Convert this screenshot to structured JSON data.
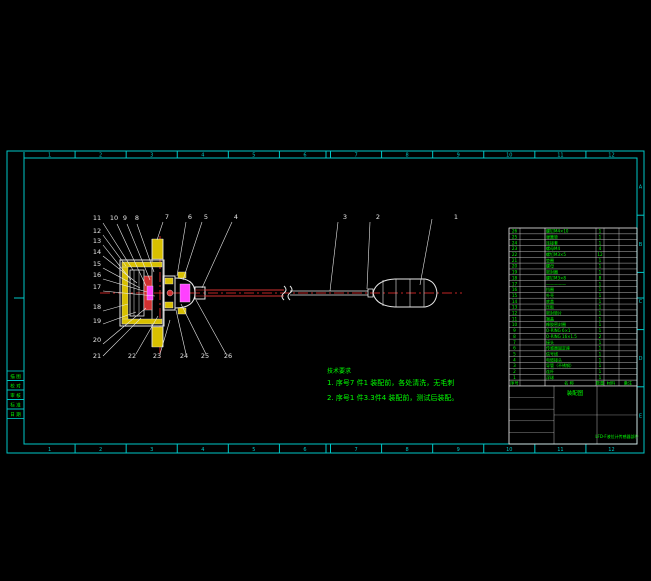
{
  "drawing": {
    "colors": {
      "background": "#000000",
      "frame": "#00c8c8",
      "outline": "#e8e8e8",
      "leader": "#e8e8e8",
      "centerline": "#ff3030",
      "part_red": "#d03030",
      "part_yellow": "#d8c000",
      "part_magenta": "#ff40ff",
      "note": "#00ff00",
      "table_text": "#00ff00",
      "table_lines": "#e8e8e8"
    },
    "zone_top": [
      "1",
      "2",
      "3",
      "4",
      "5",
      "6",
      "7",
      "8",
      "9",
      "10",
      "11",
      "12"
    ],
    "zone_bottom": [
      "1",
      "2",
      "3",
      "4",
      "5",
      "6",
      "7",
      "8",
      "9",
      "10",
      "11",
      "12"
    ],
    "zone_side": [
      "A",
      "B",
      "C",
      "D",
      "E"
    ],
    "balloons": [
      "1",
      "2",
      "3",
      "4",
      "5",
      "6",
      "7",
      "8",
      "9",
      "10",
      "11",
      "12",
      "13",
      "14",
      "15",
      "16",
      "17",
      "18",
      "19",
      "20",
      "21",
      "22",
      "23",
      "24",
      "25",
      "26"
    ],
    "notes": {
      "title": "技术要求",
      "line1": "1.  序号7  件1  装配前，各处清洗，无毛刺",
      "line2": "2.  序号1  件3.3件4  装配前，测试后装配。"
    },
    "bom": {
      "rows": [
        {
          "no": "26",
          "name": "螺钉M4×10",
          "qty": "1"
        },
        {
          "no": "25",
          "name": "弹簧垫",
          "qty": "1"
        },
        {
          "no": "24",
          "name": "连接套",
          "qty": "1"
        },
        {
          "no": "23",
          "name": "螺母M4",
          "qty": "4"
        },
        {
          "no": "22",
          "name": "螺钉M3×5",
          "qty": "12"
        },
        {
          "no": "21",
          "name": "垫圈",
          "qty": "1"
        },
        {
          "no": "20",
          "name": "螺母",
          "qty": "1"
        },
        {
          "no": "19",
          "name": "密封圈",
          "qty": "1"
        },
        {
          "no": "18",
          "name": "螺钉M3×8",
          "qty": "8"
        },
        {
          "no": "17",
          "name": "—————",
          "qty": "1"
        },
        {
          "no": "16",
          "name": "挡圈",
          "qty": "1"
        },
        {
          "no": "15",
          "name": "外壳",
          "qty": "1"
        },
        {
          "no": "14",
          "name": "底盖",
          "qty": "1"
        },
        {
          "no": "13",
          "name": "压板",
          "qty": "1"
        },
        {
          "no": "12",
          "name": "密封垫片",
          "qty": "1"
        },
        {
          "no": "11",
          "name": "端盖",
          "qty": "1"
        },
        {
          "no": "10",
          "name": "橡胶密封圈",
          "qty": "1"
        },
        {
          "no": "9",
          "name": "O-RING 6×1",
          "qty": "1"
        },
        {
          "no": "8",
          "name": "O-RING 16×1.5",
          "qty": "2"
        },
        {
          "no": "7",
          "name": "接头",
          "qty": "1"
        },
        {
          "no": "6",
          "name": "传感器固定座",
          "qty": "1"
        },
        {
          "no": "5",
          "name": "信号线",
          "qty": "1"
        },
        {
          "no": "4",
          "name": "电缆接头",
          "qty": "1"
        },
        {
          "no": "3",
          "name": "导管（不锈钢）",
          "qty": "1"
        },
        {
          "no": "2",
          "name": "连杆",
          "qty": "1"
        },
        {
          "no": "1",
          "name": "浮球",
          "qty": "1"
        }
      ],
      "header": {
        "no": "序号",
        "name": "名  称",
        "qty": "数量",
        "mat": "材料",
        "note": "备注"
      },
      "title_block": {
        "drawing_title": "装配图",
        "product_name": "LFD-F液位计传感器部件"
      }
    },
    "left_block": [
      "描 图",
      "校 对",
      "审 核",
      "标 准",
      "日 期"
    ]
  }
}
